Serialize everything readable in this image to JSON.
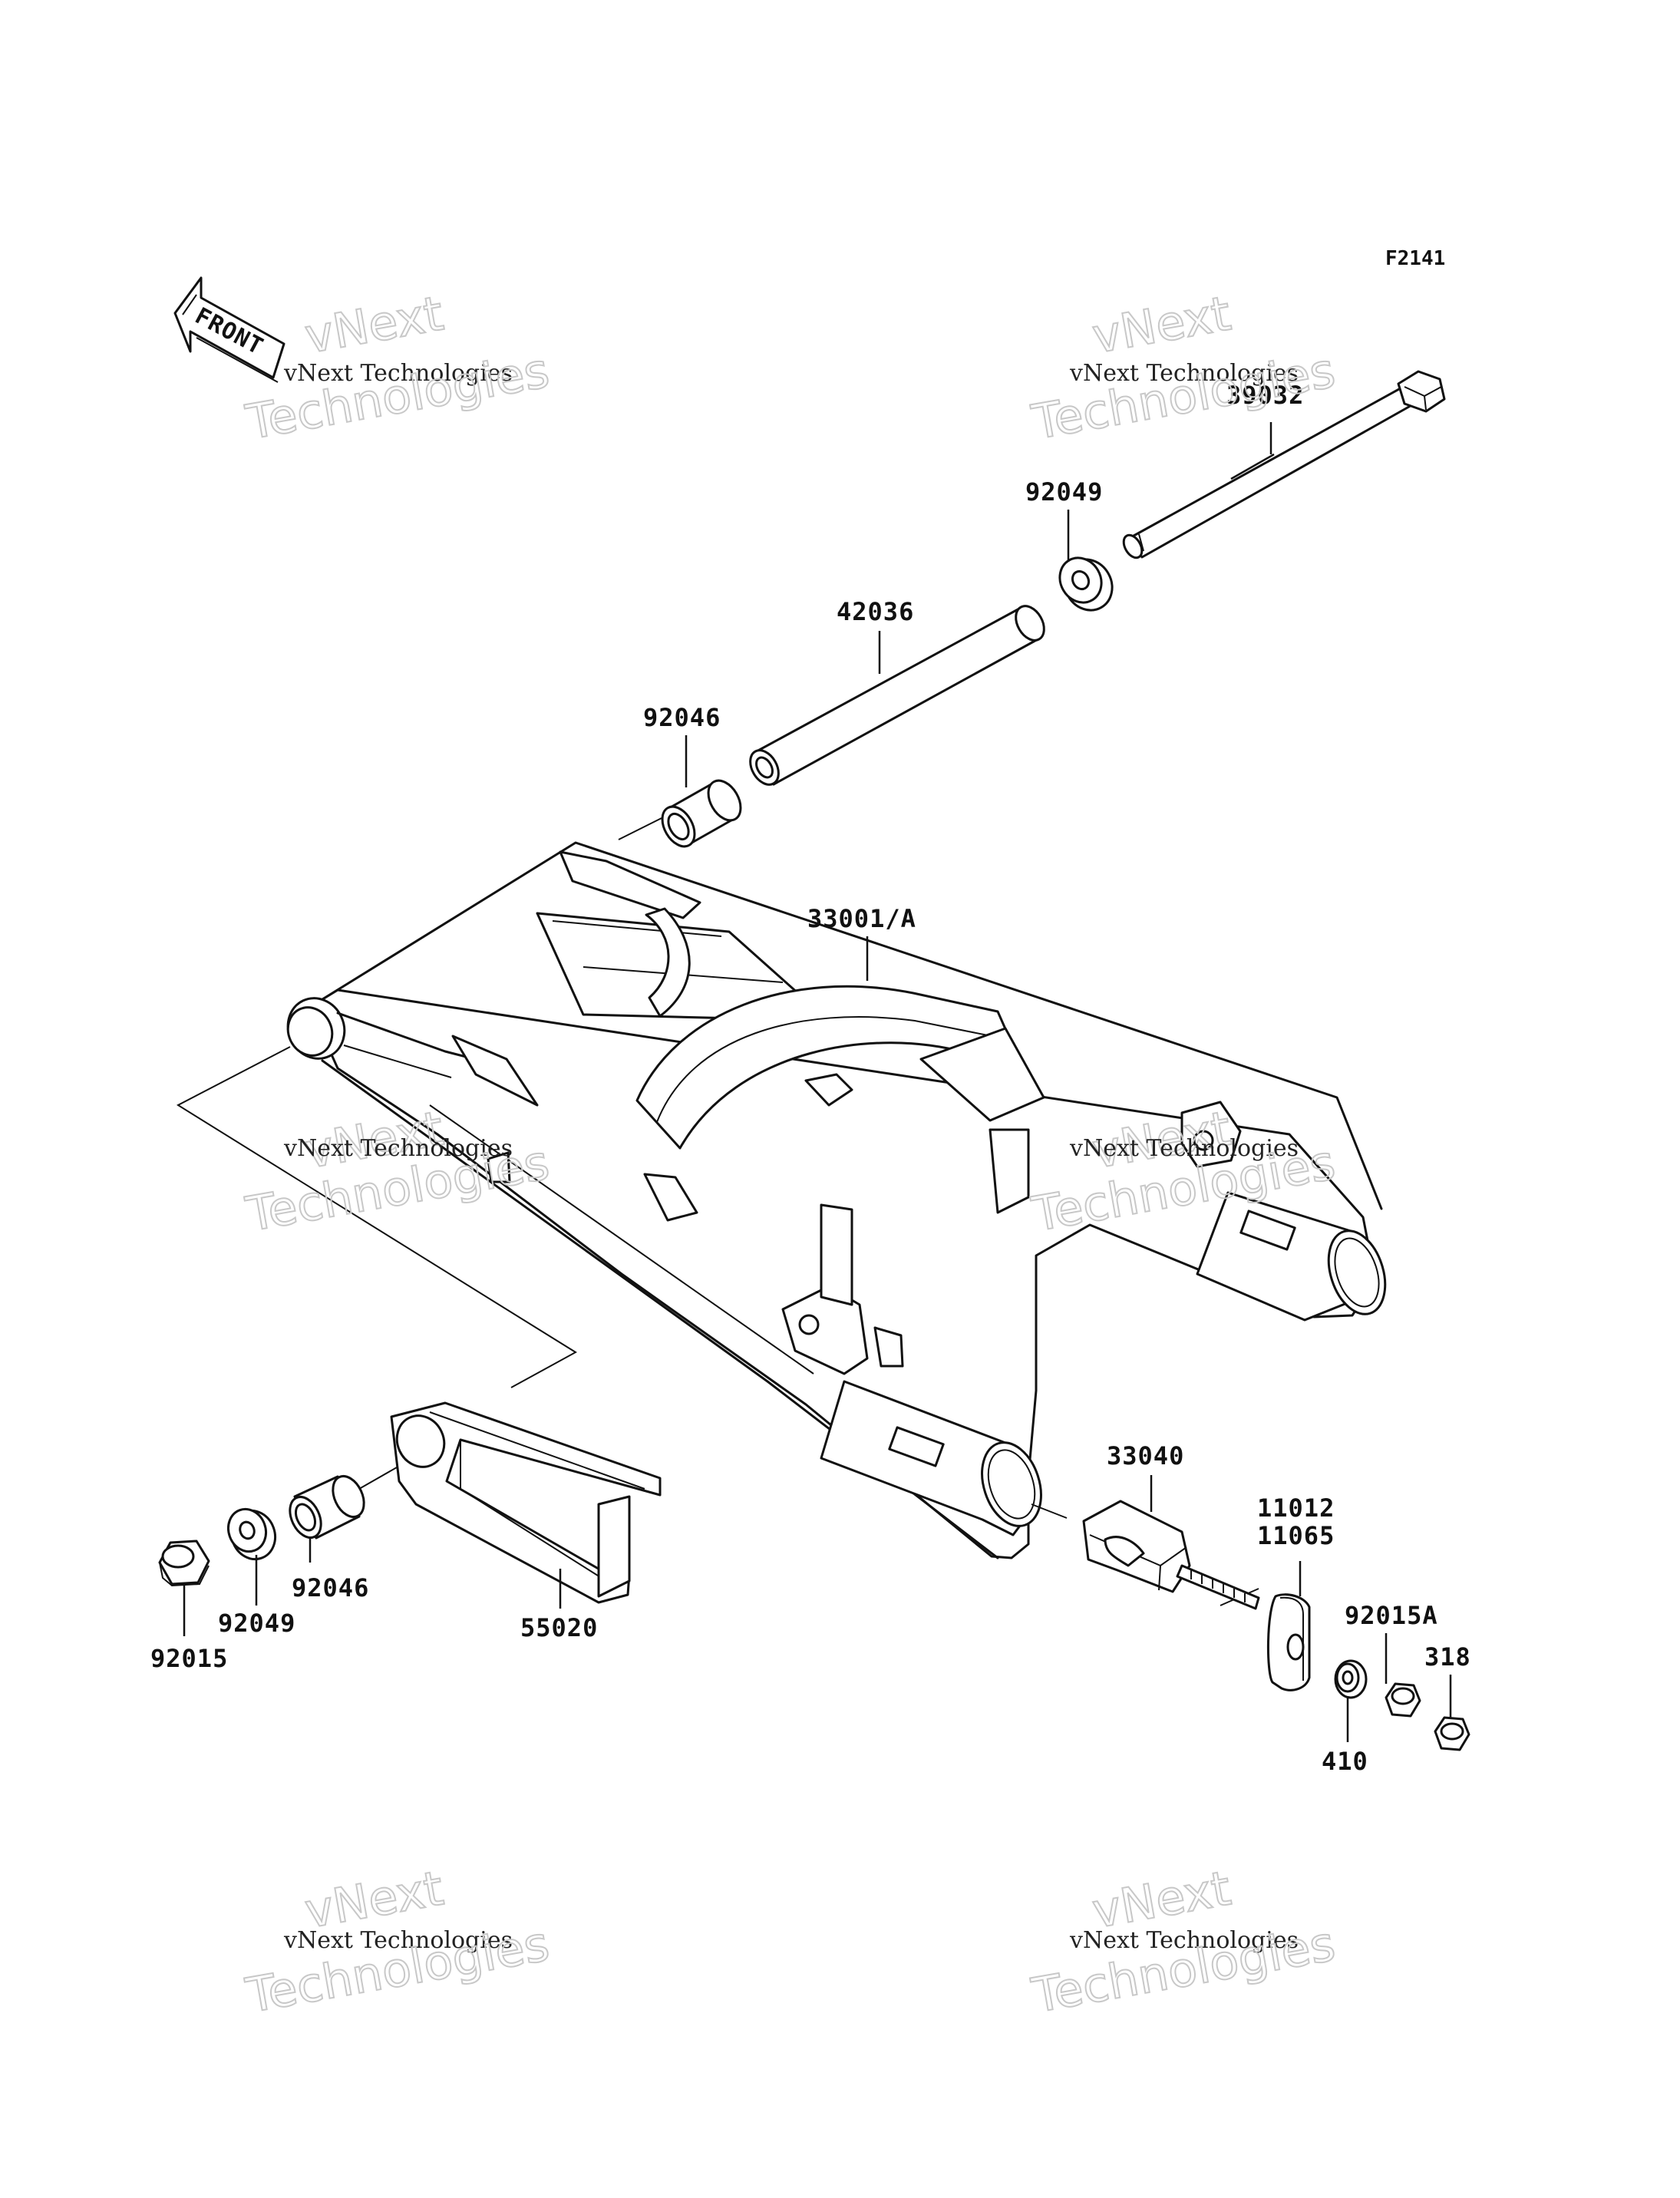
{
  "diagram_code": "F2141",
  "front_arrow_text": "FRONT",
  "watermark": {
    "line1": "vNext",
    "line2": "vNext Technologies",
    "line3": "Technologies"
  },
  "parts": {
    "p39032": "39032",
    "p92049_top": "92049",
    "p42036": "42036",
    "p92046_top": "92046",
    "p33001": "33001/A",
    "p33040": "33040",
    "p11012": "11012",
    "p11065": "11065",
    "p92015A": "92015A",
    "p318": "318",
    "p410": "410",
    "p55020": "55020",
    "p92046_bottom": "92046",
    "p92049_bottom": "92049",
    "p92015": "92015"
  }
}
